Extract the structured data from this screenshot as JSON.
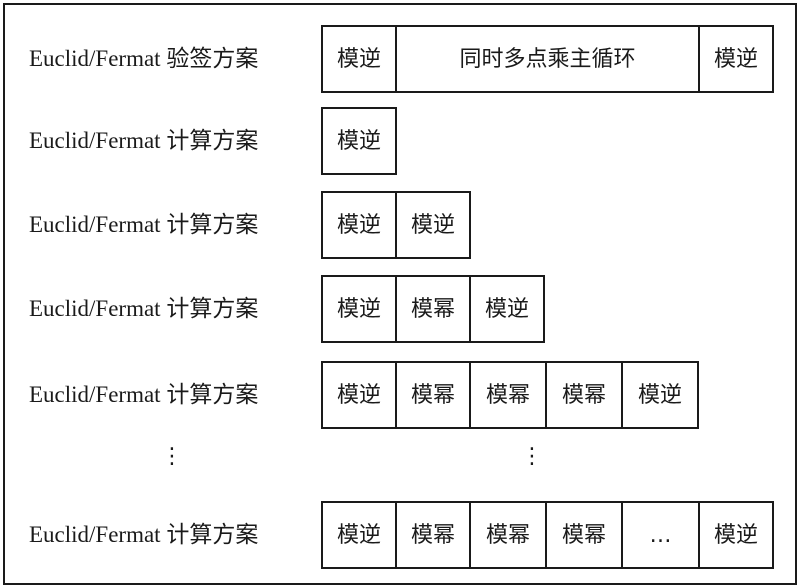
{
  "rows": [
    {
      "label": "Euclid/Fermat 验签方案",
      "cells": [
        "模逆",
        "同时多点乘主循环",
        "模逆"
      ]
    },
    {
      "label": "Euclid/Fermat 计算方案",
      "cells": [
        "模逆"
      ]
    },
    {
      "label": "Euclid/Fermat 计算方案",
      "cells": [
        "模逆",
        "模逆"
      ]
    },
    {
      "label": "Euclid/Fermat 计算方案",
      "cells": [
        "模逆",
        "模幂",
        "模逆"
      ]
    },
    {
      "label": "Euclid/Fermat 计算方案",
      "cells": [
        "模逆",
        "模幂",
        "模幂",
        "模幂",
        "模逆"
      ]
    },
    {
      "label": "Euclid/Fermat 计算方案",
      "cells": [
        "模逆",
        "模幂",
        "模幂",
        "模幂",
        "…",
        "模逆"
      ]
    }
  ],
  "ellipsis_glyph": "⋮",
  "colors": {
    "line": "#1a1a1a",
    "background": "#ffffff"
  }
}
